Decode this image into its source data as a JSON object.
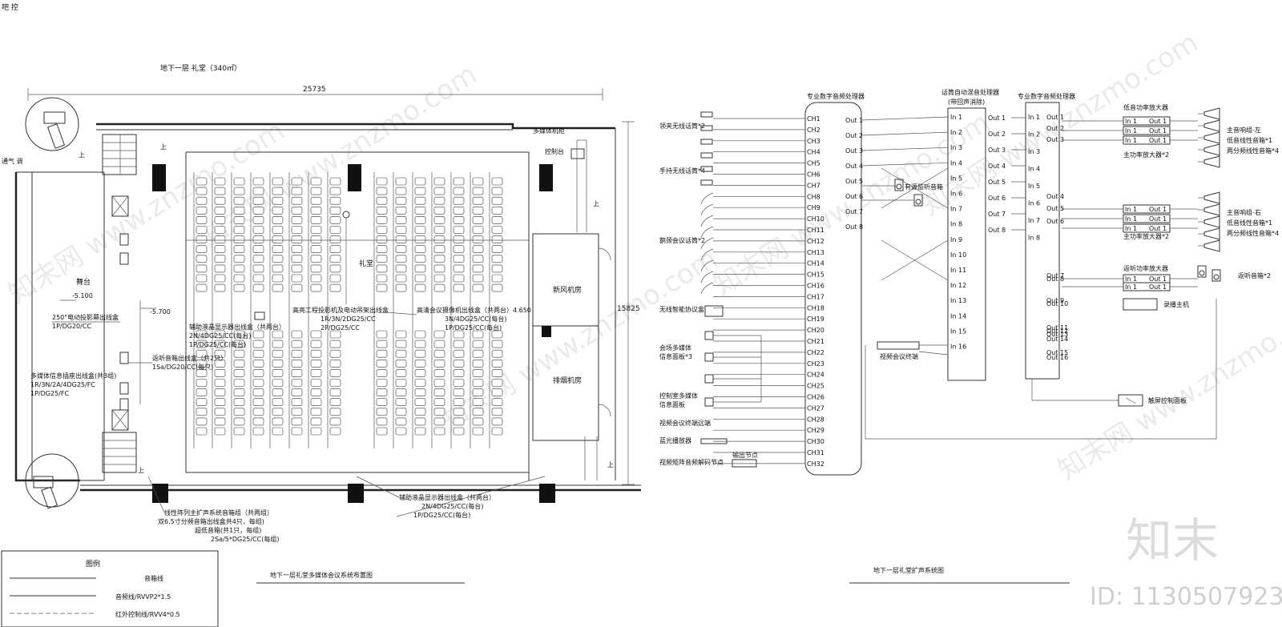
{
  "corner_text": "吧 控",
  "floor_plan": {
    "title": "地下一层 礼堂（340㎡）",
    "width_dim": "25735",
    "height_dim": "15825",
    "av_cabinet": "多媒体机柜",
    "control_desk": "控制台",
    "up_labels": [
      "上",
      "上",
      "上",
      "上",
      "上"
    ],
    "side_label": "通气 调",
    "stage_label": "舞台",
    "stage_level": "-5.100",
    "floor_level": "-5.700",
    "hall_label": "礼堂",
    "room_fresh_air": "新风机房",
    "room_smoke": "排烟机房",
    "annotations": {
      "screen_box": [
        "250\"电动投影幕出线盒",
        "1P/DG20/CC"
      ],
      "info_box": [
        "多媒体信息插座出线盒(共3组)",
        "1R/3N/2A/4DG25/FC",
        "1P/DG25/FC"
      ],
      "lcd_box": [
        "辅助液晶显示器出线盒（共两台）",
        "2N/4DG25/CC(每台)",
        "1P/DG25/CC(每台)"
      ],
      "monitor_speaker": [
        "返听音箱出线盒（共2只）",
        "1Sa/DG20/CC(每只)"
      ],
      "projector_box": [
        "高亮工程投影机及电动吊架出线盒",
        "1R/3N/2DG25/CC",
        "2P/DG25/CC"
      ],
      "camera_box": [
        "高清会议摄像机出线盒（共两台）4.650",
        "3N/4DG25/CC(每台)",
        "1P/DG25/CC(每台)"
      ],
      "line_array": [
        "线性阵列主扩声系统音箱组（共两组）",
        "双6.5寸分频音箱出线盒共4只，每组)",
        "超低音箱(共1只，每组)",
        "2Sa/5*DG25/CC(每组)"
      ],
      "rear_lcd": [
        "辅助液晶显示器出线盒（共两台）",
        "2N/4DG25/CC(每台)",
        "1P/DG25/CC(每台)"
      ]
    }
  },
  "legend": {
    "title": "图例",
    "rows": [
      "音箱线",
      "音频线/RVVP2*1.5",
      "红外控制线/RVV4*0.5"
    ]
  },
  "plan_caption": "地下一层礼堂多媒体会议系统布置图",
  "system_caption": "地下一层礼堂扩声系统图",
  "processor1": {
    "title": "专业数字音频处理器",
    "channels": [
      "CH1",
      "CH2",
      "CH3",
      "CH4",
      "CH5",
      "CH6",
      "CH7",
      "CH8",
      "CH9",
      "CH10",
      "CH11",
      "CH12",
      "CH13",
      "CH14",
      "CH15",
      "CH16",
      "CH17",
      "CH18",
      "CH19",
      "CH20",
      "CH21",
      "CH22",
      "CH23",
      "CH24",
      "CH25",
      "CH26",
      "CH27",
      "CH28",
      "CH29",
      "CH30",
      "CH31",
      "CH32"
    ],
    "outs": [
      "Out 1",
      "Out 2",
      "Out 3",
      "Out 4",
      "Out 5",
      "Out 6",
      "Out 7",
      "Out 8"
    ]
  },
  "processor2": {
    "title": "话筒自动混音处理器",
    "subtitle": "(带回声消除)",
    "ins": [
      "In 1",
      "In 2",
      "In 3",
      "In 4",
      "In 5",
      "In 6",
      "In 7",
      "In 8",
      "In 9",
      "In 10",
      "In 11",
      "In 12",
      "In 13",
      "In 14",
      "In 15",
      "In 16"
    ],
    "outs": [
      "Out 1",
      "Out 2",
      "Out 3",
      "Out 4",
      "Out 5",
      "Out 6",
      "Out 7",
      "Out 8"
    ]
  },
  "processor3": {
    "title": "专业数字音频处理器",
    "ins": [
      "In 1",
      "In 2",
      "In 3",
      "In 4",
      "In 5",
      "In 6",
      "In 7",
      "In 8"
    ],
    "outs": [
      "Out 1",
      "Out 2",
      "Out 3",
      "Out 4",
      "Out 5",
      "Out 6",
      "Out 7",
      "Out 8",
      "Out 9",
      "Out 10",
      "Out 11",
      "Out 12",
      "Out 13",
      "Out 14",
      "Out 15",
      "Out 16"
    ]
  },
  "inputs": {
    "lapel": "领夹无线话筒*2",
    "handheld": "手持无线话筒*4",
    "gooseneck": "鹅颈会议话筒*2",
    "wireless_smart": "无线智能协议盒",
    "info_panel": [
      "会场多媒体",
      "信息面板*3"
    ],
    "control_panel": [
      "控制室多媒体",
      "信息面板"
    ],
    "video_conf_remote": "视频会议终端远端",
    "bluray": "蓝光播放器",
    "output_node": "输出节点",
    "matrix_node": "视频矩阵音频解码节点",
    "monitor_speaker": "有源监听音箱",
    "video_conf_terminal": "视频会议终端",
    "touch_panel": "触屏控制面板"
  },
  "amplifiers": {
    "left_top": "低音功率放大器",
    "left_main": "主功率放大器*2",
    "right_main": "主功率放大器*2",
    "monitor_amp": "返听功率放大器",
    "recorder": "录播主机",
    "in_labels": [
      "In 1",
      "In 2"
    ],
    "out_labels": [
      "Out 1",
      "Out 2"
    ]
  },
  "speakers": {
    "left_group": [
      "主音响组-左",
      "低音线性音箱*1",
      "两分频线性音箱*4"
    ],
    "right_group": [
      "主音响组-右",
      "低音线性音箱*1",
      "两分频线性音箱*4"
    ],
    "monitor": "返听音箱*2"
  },
  "brand": "知末",
  "brand_id": "ID: 1130507923",
  "watermarks": [
    "知末网 www.znzmo.com",
    "知末网 www.znzmo.com",
    "知末网 www.znzmo.com",
    "知末网 www.znzmo.com",
    "知末网 www.znzmo.com",
    "知末网 www.znzmo.com"
  ]
}
